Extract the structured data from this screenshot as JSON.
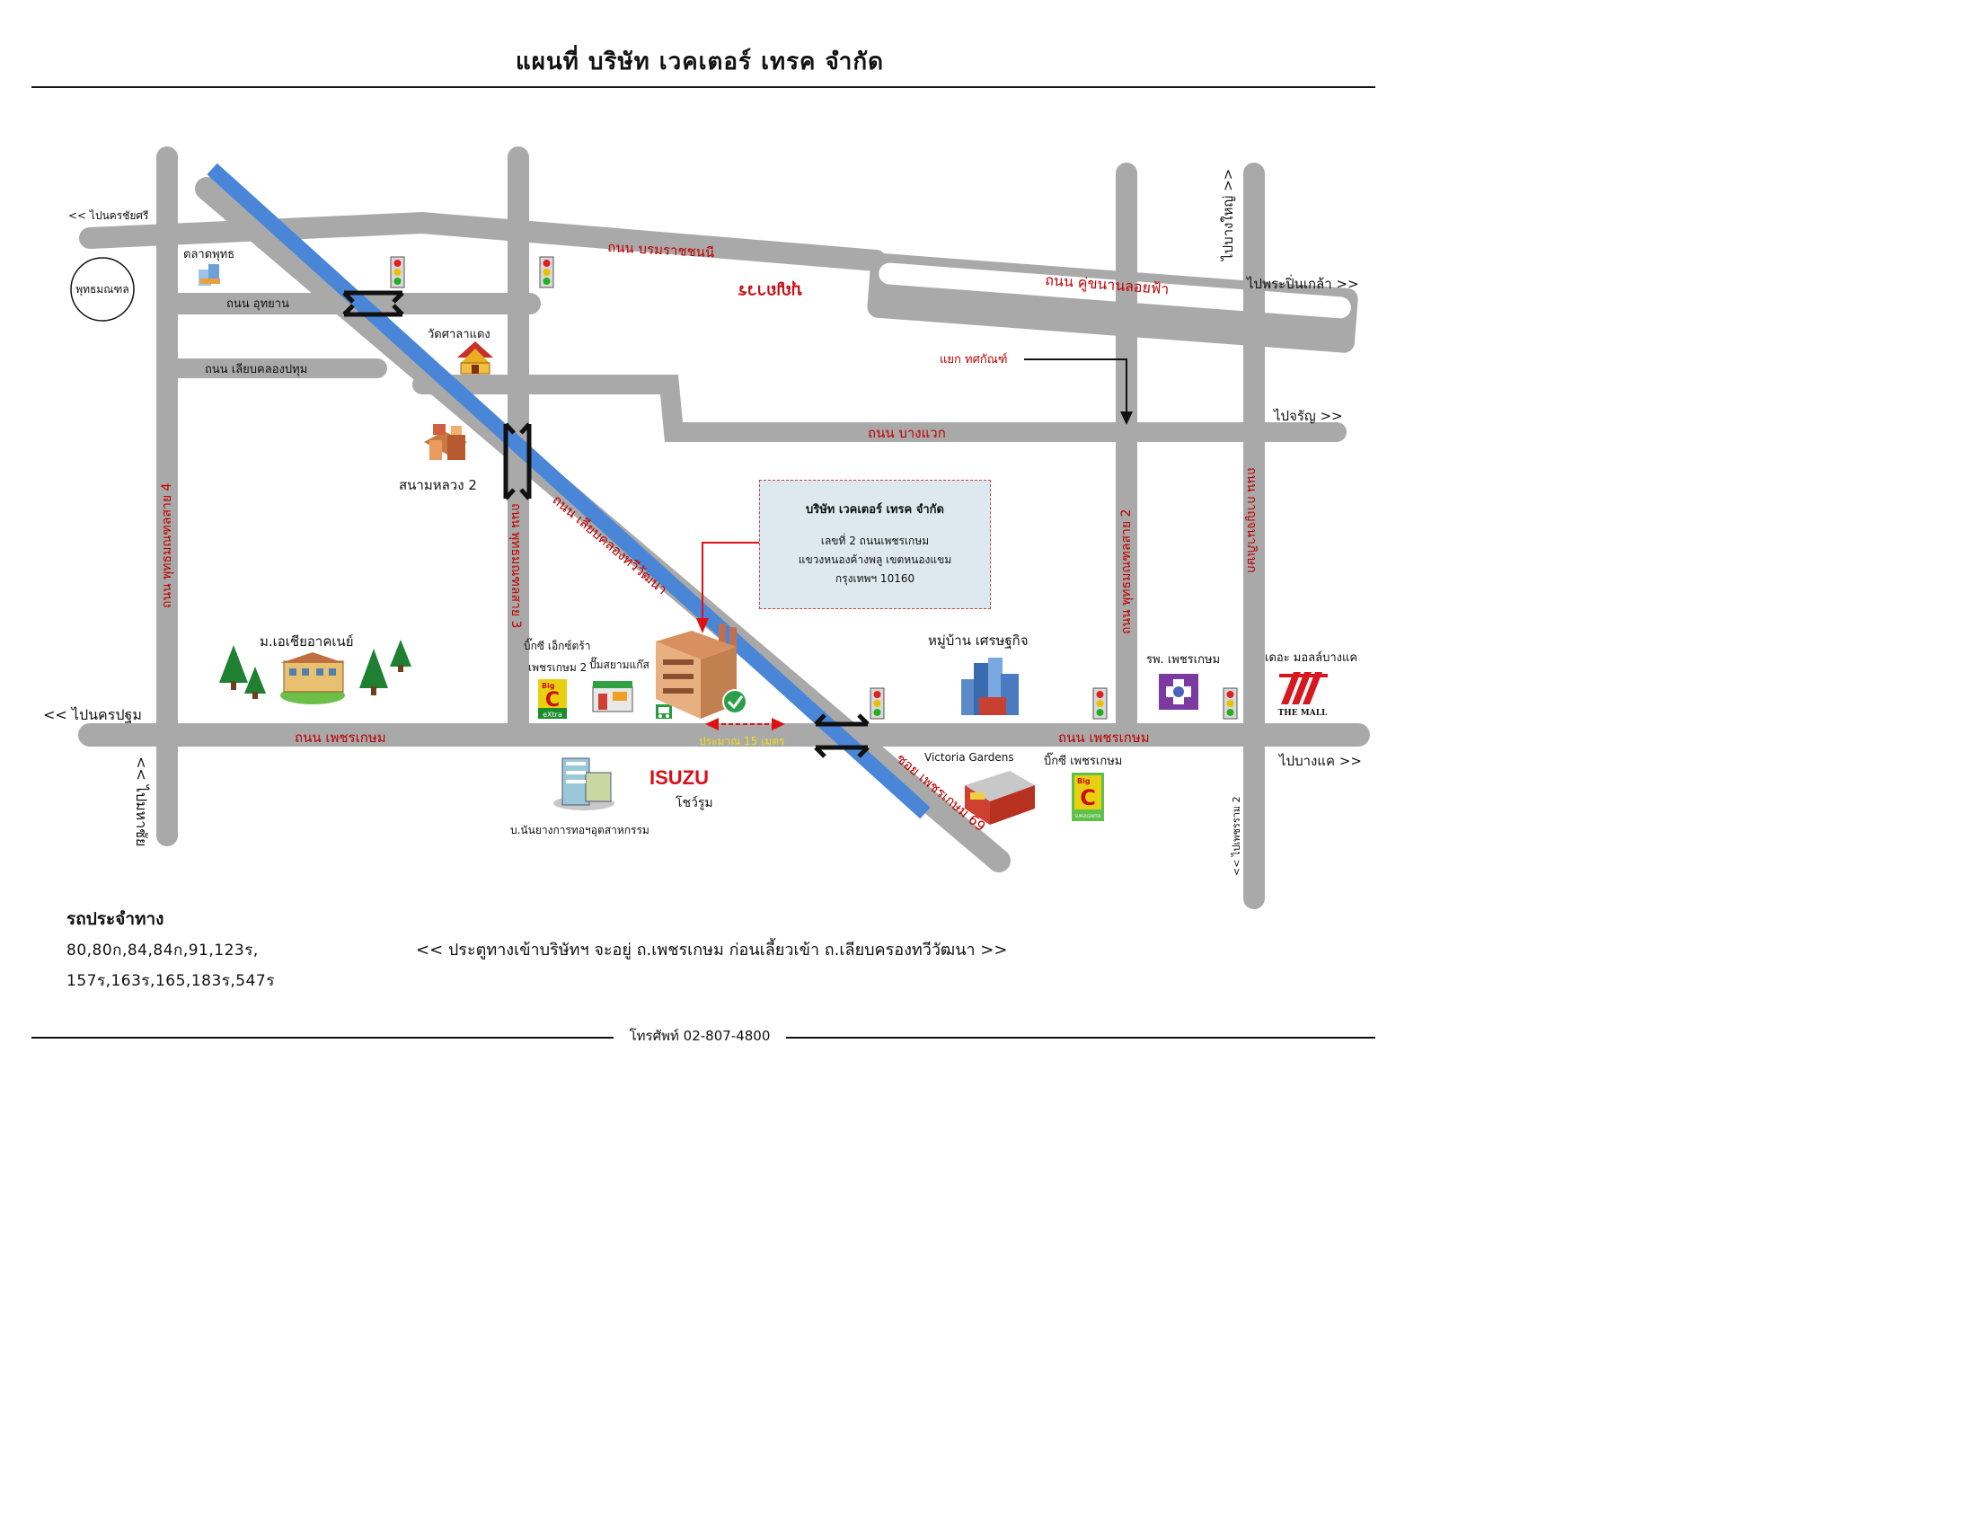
{
  "title": "แผนที่ บริษัท เวคเตอร์ เทรค จำกัด",
  "roads": {
    "borommaratchachonnani": "ถนน บรมราชชนนี",
    "frontage": "ถนน คู่ขนานลอยฟ้า",
    "uthayan": "ถนน อุทยาน",
    "liap_khlong_pathum": "ถนน เลียบคลองปทุม",
    "bang_waek": "ถนน บางแวก",
    "phutthamonthon_4": "ถนน พุทธมณฑลสาย 4",
    "phutthamonthon_3": "ถนน พุทธมณฑลสาย 3",
    "phutthamonthon_2": "ถนน พุทธมณฑลสาย 2",
    "kanchanaphisek": "ถนน กาญจนาภิเษก",
    "thawi_watthana": "ถนน เลียบคลองทวีวัฒนา",
    "phetkasem_west": "ถนน เพชรเกษม",
    "phetkasem_east": "ถนน เพชรเกษม",
    "soi_phetkasem_69": "ซอย เพชรเกษม 69"
  },
  "directions": {
    "nakhon_chai_si": "<< ไปนครชัยศรี",
    "bang_yai": "ไปบางใหญ่ >>",
    "phra_pin_klao": "ไปพระปิ่นเกล้า >>",
    "charan": "ไปจรัญ >>",
    "nakhon_pathom": "<< ไปนครปฐม",
    "mahachai": "<< ไปมหาชัย",
    "bang_khae": "ไปบางแค >>",
    "phetkasem_2": "<< ไปเพชรราม 2"
  },
  "places": {
    "phutthamonthon": "พุทธมณฑล",
    "talat_phuttha": "ตลาดพุทธ",
    "wat_sala_daeng": "วัดศาลาแดง",
    "sanam_luang_2": "สนามหลวง 2",
    "tanthat_junction": "แยก ทศกัณฑ์",
    "boonthavorn": "บุญถาวร",
    "asia_university": "ม.เอเชียอาคเนย์",
    "big_c_extra": "บิ๊กซี เอ็กซ์ตร้า",
    "big_c_extra_2": "เพชรเกษม 2",
    "gas_station": "ปั๊มสยามแก๊ส",
    "setthakit": "หมู่บ้าน เศรษฐกิจ",
    "hospital": "รพ. เพชรเกษม",
    "the_mall": "เดอะ มอลล์บางแค",
    "victoria": "Victoria Gardens",
    "big_c_phetkasem": "บิ๊กซี เพชรเกษม",
    "isuzu": "ISUZU",
    "showroom": "โชว์รูม",
    "industrial_estate": "บ.นันยางการทอฯอุตสาหกรรม",
    "distance": "ประมาณ 15 เมตร"
  },
  "logos": {
    "big_c_small": "Big",
    "big_c_extra_tag": "eXtra",
    "big_c_super": "SUPERCENTER",
    "the_mall_tag": "THE MALL"
  },
  "company_box": {
    "name": "บริษัท เวคเตอร์ เทรค จำกัด",
    "line1": "เลขที่ 2 ถนนเพชรเกษม",
    "line2": "แขวงหนองค้างพลู  เขตหนองแขม",
    "line3": "กรุงเทพฯ   10160"
  },
  "bus": {
    "title": "รถประจำทาง",
    "line1": "80,80ก,84,84ก,91,123ร,",
    "line2": "157ร,163ร,165,183ร,547ร"
  },
  "entrance_note": "<< ประตูทางเข้าบริษัทฯ จะอยู่ ถ.เพชรเกษม ก่อนเลี้ยวเข้า ถ.เลียบครองทวีวัฒนา >>",
  "phone": "โทรศัพท์ 02-807-4800",
  "colors": {
    "road": "#a9a9a9",
    "canal": "#4a86d8",
    "label_red": "#c00000",
    "box_fill": "#dde9ef"
  }
}
